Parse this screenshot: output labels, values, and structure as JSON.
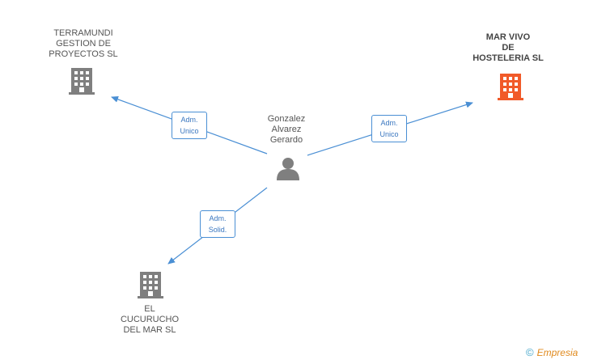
{
  "colors": {
    "edge": "#4a8fd4",
    "company": "#7f7f7f",
    "company_main": "#f15a29",
    "person": "#7f7f7f"
  },
  "nodes": {
    "terramundi": {
      "lines": [
        "TERRAMUNDI",
        "GESTION DE",
        "PROYECTOS SL"
      ],
      "icon": "building-icon"
    },
    "marvivo": {
      "lines": [
        "MAR VIVO",
        "DE",
        "HOSTELERIA SL"
      ],
      "icon": "building-icon"
    },
    "person": {
      "lines": [
        "Gonzalez",
        "Alvarez",
        "Gerardo"
      ],
      "icon": "person-icon"
    },
    "cucurucho": {
      "lines": [
        "EL",
        "CUCURUCHO",
        "DEL MAR SL"
      ],
      "icon": "building-icon"
    }
  },
  "edges": {
    "to_terramundi": {
      "lines": [
        "Adm.",
        "Unico"
      ]
    },
    "to_marvivo": {
      "lines": [
        "Adm.",
        "Unico"
      ]
    },
    "to_cucurucho": {
      "lines": [
        "Adm.",
        "Solid."
      ]
    }
  },
  "brand": {
    "copyright": "©",
    "name": "Empresia"
  }
}
